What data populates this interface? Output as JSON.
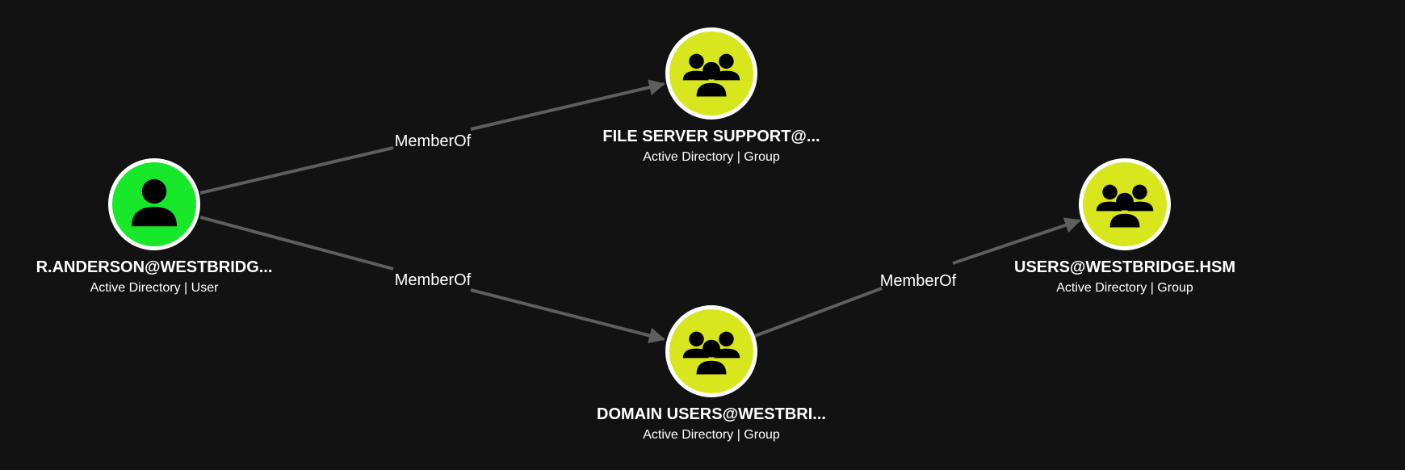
{
  "colors": {
    "background": "#121212",
    "edge": "#5e5e5e",
    "user_node": "#18e82a",
    "group_node": "#d8e61e",
    "node_ring": "#ffffff",
    "icon": "#000000",
    "text": "#ffffff"
  },
  "nodes": [
    {
      "id": "user",
      "title": "R.ANDERSON@WESTBRIDG...",
      "subtitle": "Active Directory | User",
      "kind": "user",
      "icon": "user-icon"
    },
    {
      "id": "fss",
      "title": "FILE SERVER SUPPORT@...",
      "subtitle": "Active Directory | Group",
      "kind": "group",
      "icon": "group-icon"
    },
    {
      "id": "du",
      "title": "DOMAIN USERS@WESTBRI...",
      "subtitle": "Active Directory | Group",
      "kind": "group",
      "icon": "group-icon"
    },
    {
      "id": "users",
      "title": "USERS@WESTBRIDGE.HSM",
      "subtitle": "Active Directory | Group",
      "kind": "group",
      "icon": "group-icon"
    }
  ],
  "edges": [
    {
      "from": "user",
      "to": "fss",
      "label": "MemberOf"
    },
    {
      "from": "user",
      "to": "du",
      "label": "MemberOf"
    },
    {
      "from": "du",
      "to": "users",
      "label": "MemberOf"
    }
  ]
}
